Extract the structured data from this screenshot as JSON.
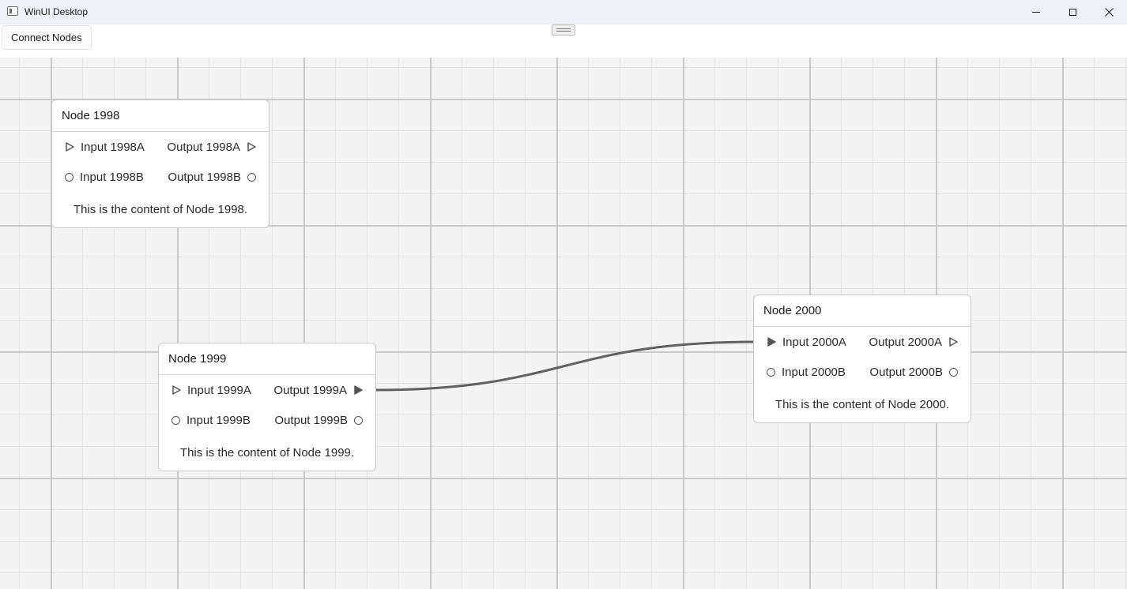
{
  "window": {
    "title": "WinUI Desktop",
    "icons": {
      "app": "app-window-icon",
      "minimize": "minimize-icon",
      "maximize": "maximize-icon",
      "close": "close-icon"
    }
  },
  "toolbar": {
    "connect_label": "Connect Nodes"
  },
  "nodes": [
    {
      "title": "Node 1998",
      "ports": [
        {
          "input": "Input 1998A",
          "output": "Output 1998A",
          "shape": "triangle",
          "input_connected": false,
          "output_connected": false
        },
        {
          "input": "Input 1998B",
          "output": "Output 1998B",
          "shape": "circle",
          "input_connected": false,
          "output_connected": false
        }
      ],
      "content": "This is the content of Node 1998."
    },
    {
      "title": "Node 1999",
      "ports": [
        {
          "input": "Input 1999A",
          "output": "Output 1999A",
          "shape": "triangle",
          "input_connected": false,
          "output_connected": true
        },
        {
          "input": "Input 1999B",
          "output": "Output 1999B",
          "shape": "circle",
          "input_connected": false,
          "output_connected": false
        }
      ],
      "content": "This is the content of Node 1999."
    },
    {
      "title": "Node 2000",
      "ports": [
        {
          "input": "Input 2000A",
          "output": "Output 2000A",
          "shape": "triangle",
          "input_connected": true,
          "output_connected": false
        },
        {
          "input": "Input 2000B",
          "output": "Output 2000B",
          "shape": "circle",
          "input_connected": false,
          "output_connected": false
        }
      ],
      "content": "This is the content of Node 2000."
    }
  ],
  "connections": [
    {
      "from": "Output 1999A",
      "to": "Input 2000A"
    }
  ],
  "colors": {
    "edge": "#616161",
    "port_stroke": "#555555",
    "port_fill_connected": "#555555"
  }
}
